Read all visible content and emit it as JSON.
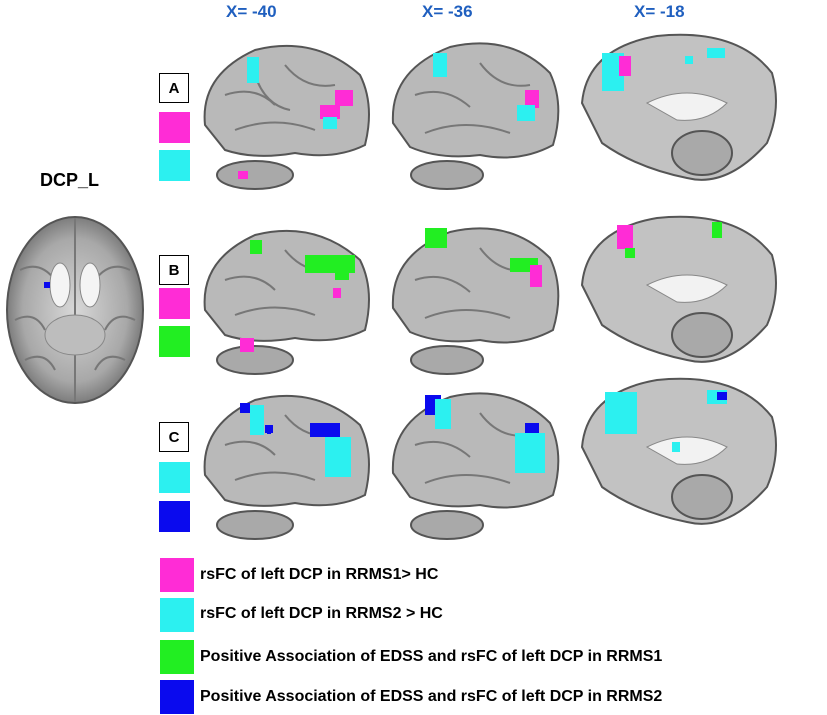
{
  "column_labels": [
    "X= -40",
    "X= -36",
    "X= -18"
  ],
  "seed_label": "DCP_L",
  "rows": [
    {
      "label": "A",
      "swatch_colors": [
        "#ff2cd6",
        "#2cf0f0"
      ]
    },
    {
      "label": "B",
      "swatch_colors": [
        "#ff2cd6",
        "#22ee22"
      ]
    },
    {
      "label": "C",
      "swatch_colors": [
        "#2cf0f0",
        "#0a0aee"
      ]
    }
  ],
  "legend": [
    {
      "color": "#ff2cd6",
      "text": "rsFC of left DCP in RRMS1> HC"
    },
    {
      "color": "#2cf0f0",
      "text": "rsFC of left DCP in RRMS2 > HC"
    },
    {
      "color": "#22ee22",
      "text": "Positive Association of EDSS and rsFC of left DCP in RRMS1"
    },
    {
      "color": "#0a0aee",
      "text": "Positive Association of EDSS and rsFC of left DCP in RRMS2"
    }
  ],
  "colors": {
    "magenta": "#ff2cd6",
    "cyan": "#2cf0f0",
    "green": "#22ee22",
    "blue": "#0a0aee",
    "label_blue": "#1f5fbf"
  }
}
